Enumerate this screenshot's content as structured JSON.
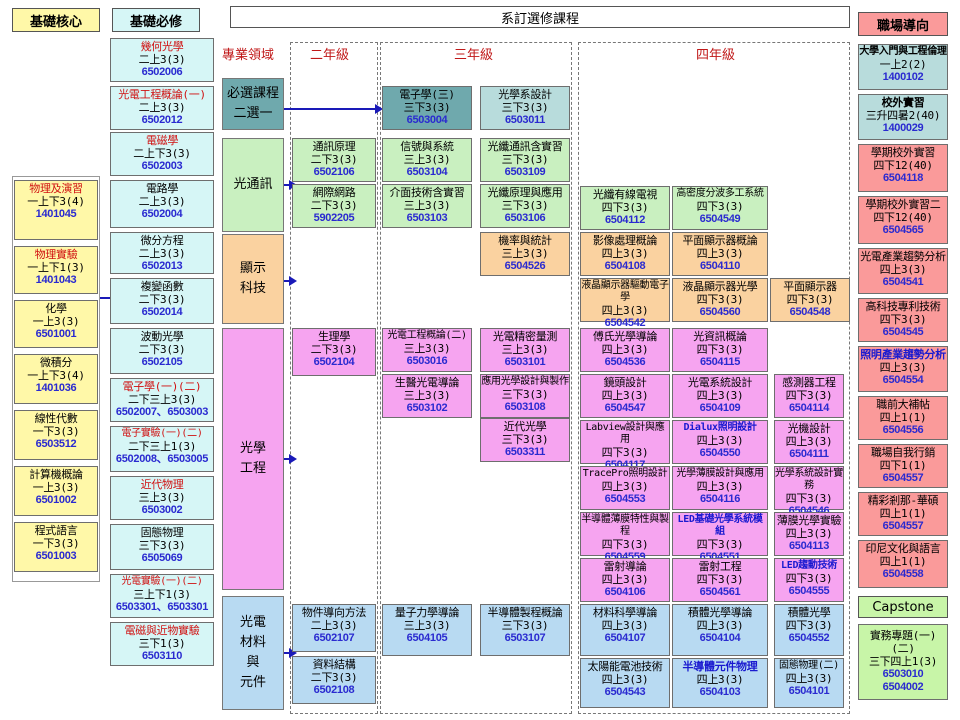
{
  "headers": {
    "core_base": "基礎核心",
    "required_base": "基礎必修",
    "dept_electives": "系訂選修課程",
    "career": "職場導向",
    "field": "專業領域",
    "year2": "二年級",
    "year3": "三年級",
    "year4": "四年級"
  },
  "domains": {
    "required_elective": "必選課程\n二選一",
    "optical_comm": "光通訊",
    "display": "顯示\n科技",
    "optics": "光學\n工程",
    "materials": "光電\n材料\n與\n元件"
  },
  "capstone": "Capstone",
  "core_courses": [
    {
      "name": "物理及演習",
      "term": "一上下3(4)",
      "code": "1401045",
      "nc": "red"
    },
    {
      "name": "物理實驗",
      "term": "一上下1(3)",
      "code": "1401043",
      "nc": "red"
    },
    {
      "name": "化學",
      "term": "一上3(3)",
      "code": "6501001"
    },
    {
      "name": "微積分",
      "term": "一上下3(4)",
      "code": "1401036"
    },
    {
      "name": "線性代數",
      "term": "一下3(3)",
      "code": "6503512"
    },
    {
      "name": "計算機概論",
      "term": "一上3(3)",
      "code": "6501002"
    },
    {
      "name": "程式語言",
      "term": "一下3(3)",
      "code": "6501003"
    }
  ],
  "required_courses": [
    {
      "name": "幾何光學",
      "term": "二上3(3)",
      "code": "6502006",
      "nc": "red"
    },
    {
      "name": "光電工程概論(一)",
      "term": "二上3(3)",
      "code": "6502012",
      "nc": "red"
    },
    {
      "name": "電磁學",
      "term": "二上下3(3)",
      "code": "6502003",
      "nc": "red"
    },
    {
      "name": "電路學",
      "term": "二上3(3)",
      "code": "6502004"
    },
    {
      "name": "微分方程",
      "term": "二上3(3)",
      "code": "6502013"
    },
    {
      "name": "複變函數",
      "term": "二下3(3)",
      "code": "6502014"
    },
    {
      "name": "波動光學",
      "term": "二下3(3)",
      "code": "6502105"
    },
    {
      "name": "電子學(一)(二)",
      "term": "二下三上3(3)",
      "code": "6502007、6503003",
      "nc": "red"
    },
    {
      "name": "電子實驗(一)(二)",
      "term": "二下三上1(3)",
      "code": "6502008、6503005",
      "nc": "red"
    },
    {
      "name": "近代物理",
      "term": "三上3(3)",
      "code": "6503002",
      "nc": "red"
    },
    {
      "name": "固態物理",
      "term": "三下3(3)",
      "code": "6505069"
    },
    {
      "name": "光電實驗(一)(二)",
      "term": "三上下1(3)",
      "code": "6503301、6503301",
      "nc": "red"
    },
    {
      "name": "電磁與近物實驗",
      "term": "三下1(3)",
      "code": "6503110",
      "nc": "red"
    }
  ],
  "career_courses": [
    {
      "name": "大學入門與工程倫理",
      "term": "一上2(2)",
      "code": "1400102",
      "nc": "bold"
    },
    {
      "name": "校外實習",
      "term": "三升四暑2(40)",
      "code": "1400029",
      "nc": "bold"
    },
    {
      "name": "學期校外實習",
      "term": "四下12(40)",
      "code": "6504118"
    },
    {
      "name": "學期校外實習二",
      "term": "四下12(40)",
      "code": "6504565"
    },
    {
      "name": "光電產業趨勢分析",
      "term": "四上3(3)",
      "code": "6504541"
    },
    {
      "name": "高科技專利技術",
      "term": "四下3(3)",
      "code": "6504545"
    },
    {
      "name": "照明產業趨勢分析",
      "term": "四上3(3)",
      "code": "6504554",
      "nc": "blue"
    },
    {
      "name": "職前大補帖",
      "term": "四上1(1)",
      "code": "6504556"
    },
    {
      "name": "職場自我行銷",
      "term": "四下1(1)",
      "code": "6504557"
    },
    {
      "name": "精彩剎那-華碩",
      "term": "四上1(1)",
      "code": "6504557"
    },
    {
      "name": "印尼文化與語言",
      "term": "四上1(1)",
      "code": "6504558"
    }
  ],
  "capstone_course": {
    "name": "實務專題(一)(二)",
    "term": "三下四上1(3)",
    "code1": "6503010",
    "code2": "6504002"
  },
  "elective_courses": [
    {
      "id": "c_elec_3",
      "name": "電子學(三)",
      "term": "三下3(3)",
      "code": "6503004"
    },
    {
      "id": "c_optdes",
      "name": "光學系設計",
      "term": "三下3(3)",
      "code": "6503011"
    },
    {
      "id": "c_comm_pr",
      "name": "通訊原理",
      "term": "二下3(3)",
      "code": "6502106"
    },
    {
      "id": "c_network",
      "name": "網際網路",
      "term": "二下3(3)",
      "code": "5902205"
    },
    {
      "id": "c_signal",
      "name": "信號與系統",
      "term": "三上3(3)",
      "code": "6503104"
    },
    {
      "id": "c_fiber_lab",
      "name": "光纖通訊含實習",
      "term": "三下3(3)",
      "code": "6503109"
    },
    {
      "id": "c_interface",
      "name": "介面技術含實習",
      "term": "三上3(3)",
      "code": "6503103"
    },
    {
      "id": "c_fiber_app",
      "name": "光纖原理與應用",
      "term": "三下3(3)",
      "code": "6503106"
    },
    {
      "id": "c_prob",
      "name": "機率與統計",
      "term": "三上3(3)",
      "code": "6504526"
    },
    {
      "id": "c_catv",
      "name": "光纖有線電視",
      "term": "四下3(3)",
      "code": "6504112"
    },
    {
      "id": "c_dwdm",
      "name": "高密度分波多工系統",
      "term": "四下3(3)",
      "code": "6504549"
    },
    {
      "id": "c_imgproc",
      "name": "影像處理概論",
      "term": "四上3(3)",
      "code": "6504108"
    },
    {
      "id": "c_fpd_intro",
      "name": "平面顯示器概論",
      "term": "四上3(3)",
      "code": "6504110"
    },
    {
      "id": "c_lcd_drv",
      "name": "液晶顯示器驅動電子學",
      "term": "四上3(3)",
      "code": "6504542"
    },
    {
      "id": "c_lcd_opt",
      "name": "液晶顯示器光學",
      "term": "四下3(3)",
      "code": "6504560"
    },
    {
      "id": "c_fpd",
      "name": "平面顯示器",
      "term": "四下3(3)",
      "code": "6504548"
    },
    {
      "id": "c_physio",
      "name": "生理學",
      "term": "二下3(3)",
      "code": "6502104"
    },
    {
      "id": "c_oe2",
      "name": "光電工程概論(二)",
      "term": "三上3(3)",
      "code": "6503016"
    },
    {
      "id": "c_precise",
      "name": "光電精密量測",
      "term": "三上3(3)",
      "code": "6503101"
    },
    {
      "id": "c_fourier",
      "name": "傅氏光學導論",
      "term": "四上3(3)",
      "code": "6504536"
    },
    {
      "id": "c_optinfo",
      "name": "光資訊概論",
      "term": "四下3(3)",
      "code": "6504115"
    },
    {
      "id": "c_biomed",
      "name": "生醫光電導論",
      "term": "三上3(3)",
      "code": "6503102"
    },
    {
      "id": "c_appopt",
      "name": "應用光學設計與製作",
      "term": "三下3(3)",
      "code": "6503108"
    },
    {
      "id": "c_lens",
      "name": "鏡頭設計",
      "term": "四上3(3)",
      "code": "6504547"
    },
    {
      "id": "c_optsys",
      "name": "光電系統設計",
      "term": "四上3(3)",
      "code": "6504109"
    },
    {
      "id": "c_sensor",
      "name": "感測器工程",
      "term": "四下3(3)",
      "code": "6504114"
    },
    {
      "id": "c_modern_opt",
      "name": "近代光學",
      "term": "三下3(3)",
      "code": "6503311"
    },
    {
      "id": "c_labview",
      "name": "Labview設計與應用",
      "term": "四下3(3)",
      "code": "6504117"
    },
    {
      "id": "c_dialux",
      "name": "Dialux照明設計",
      "term": "四上3(3)",
      "code": "6504550",
      "nc": "blue"
    },
    {
      "id": "c_optmech",
      "name": "光機設計",
      "term": "四上3(3)",
      "code": "6504111"
    },
    {
      "id": "c_tracepro",
      "name": "TracePro照明設計",
      "term": "四上3(3)",
      "code": "6504553"
    },
    {
      "id": "c_thinfilm",
      "name": "光學薄膜設計與應用",
      "term": "四上3(3)",
      "code": "6504116"
    },
    {
      "id": "c_optsys_prac",
      "name": "光學系統設計實務",
      "term": "四下3(3)",
      "code": "6504546"
    },
    {
      "id": "c_semi_film",
      "name": "半導體薄膜特性與製程",
      "term": "四下3(3)",
      "code": "6504559"
    },
    {
      "id": "c_led_mod",
      "name": "LED基礎光學系統模組",
      "term": "四下3(3)",
      "code": "6504551",
      "nc": "blue"
    },
    {
      "id": "c_tf_exp",
      "name": "薄膜光學實驗",
      "term": "四上3(3)",
      "code": "6504113"
    },
    {
      "id": "c_laser_intro",
      "name": "雷射導論",
      "term": "四上3(3)",
      "code": "6504106"
    },
    {
      "id": "c_laser_eng",
      "name": "雷射工程",
      "term": "四下3(3)",
      "code": "6504561"
    },
    {
      "id": "c_led_drive",
      "name": "LED趨動技術",
      "term": "四下3(3)",
      "code": "6504555",
      "nc": "blue"
    },
    {
      "id": "c_phys_mat",
      "name": "物件導向方法",
      "term": "二上3(3)",
      "code": "6502107"
    },
    {
      "id": "c_crystal",
      "name": "資料結構",
      "term": "二下3(3)",
      "code": "6502108"
    },
    {
      "id": "c_quantum",
      "name": "量子力學導論",
      "term": "三上3(3)",
      "code": "6504105"
    },
    {
      "id": "c_semi_proc",
      "name": "半導體製程概論",
      "term": "三下3(3)",
      "code": "6503107"
    },
    {
      "id": "c_mat_sci",
      "name": "材料科學導論",
      "term": "四上3(3)",
      "code": "6504107"
    },
    {
      "id": "c_ic_intro",
      "name": "積體光學導論",
      "term": "四上3(3)",
      "code": "6504104"
    },
    {
      "id": "c_ic_opt",
      "name": "積體光學",
      "term": "四下3(3)",
      "code": "6504552"
    },
    {
      "id": "c_solar",
      "name": "太陽能電池技術",
      "term": "四上3(3)",
      "code": "6504543"
    },
    {
      "id": "c_semi_dev",
      "name": "半導體元件物理",
      "term": "四上3(3)",
      "code": "6504103",
      "nc": "blue"
    },
    {
      "id": "c_ss2",
      "name": "固態物理(二)",
      "term": "四上3(3)",
      "code": "6504101"
    }
  ]
}
